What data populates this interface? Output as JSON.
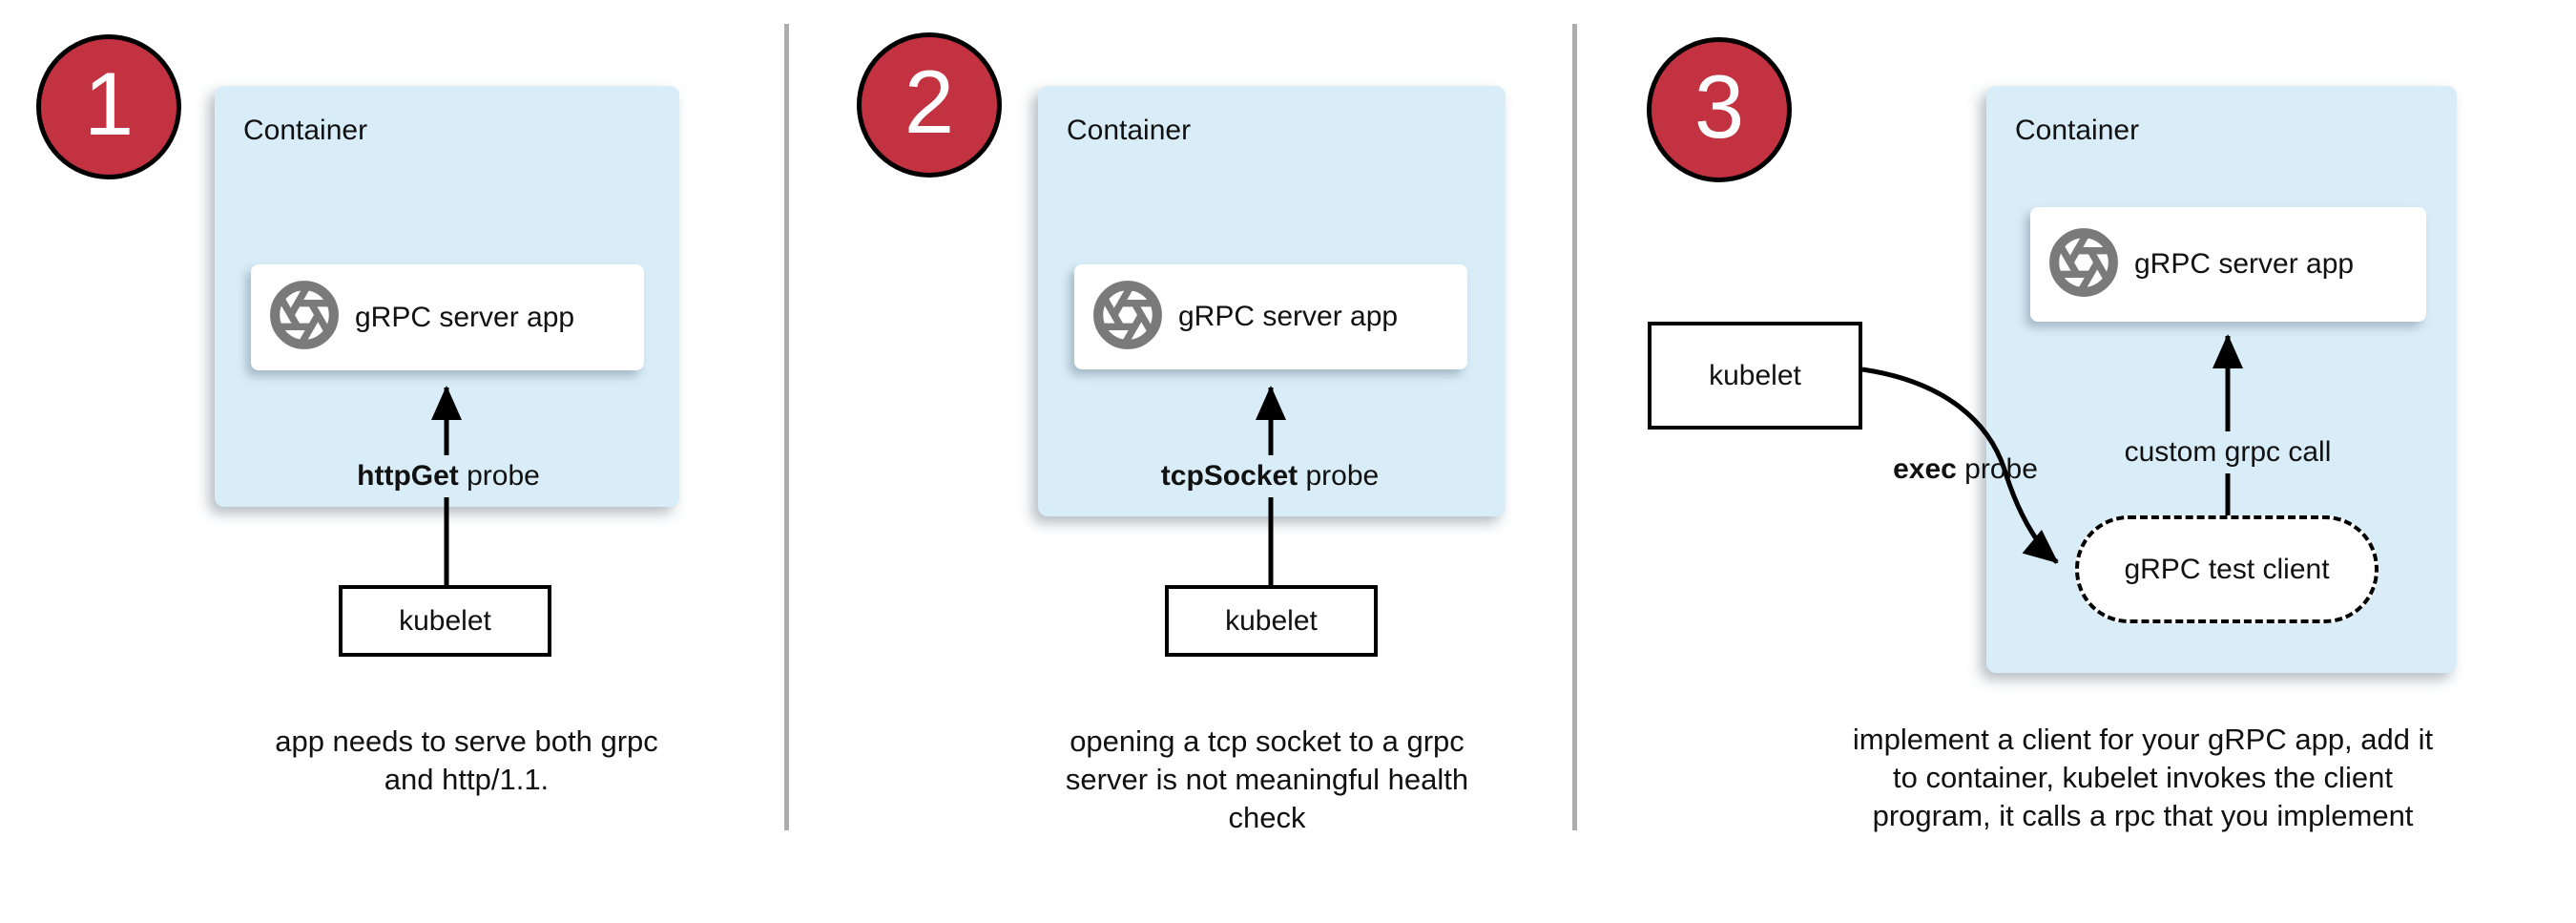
{
  "colors": {
    "container_fill": "#d9edf8",
    "badge_fill": "#c23240",
    "badge_border": "#000000",
    "icon_gray": "#7a7a7a",
    "divider": "#adadad",
    "arrow": "#000000",
    "text": "#111111"
  },
  "icons": {
    "app_icon": "aperture-icon"
  },
  "panels": [
    {
      "badge": "1",
      "container_label": "Container",
      "app_label": "gRPC server app",
      "probe_bold": "httpGet",
      "probe_rest": " probe",
      "kubelet_label": "kubelet",
      "caption_lines": [
        "app needs to serve both grpc",
        "and http/1.1."
      ]
    },
    {
      "badge": "2",
      "container_label": "Container",
      "app_label": "gRPC server app",
      "probe_bold": "tcpSocket",
      "probe_rest": " probe",
      "kubelet_label": "kubelet",
      "caption_lines": [
        "opening a tcp socket to a grpc",
        "server is not meaningful health",
        "check"
      ]
    },
    {
      "badge": "3",
      "container_label": "Container",
      "app_label": "gRPC server app",
      "probe_bold": "exec",
      "probe_rest": " probe",
      "kubelet_label": "kubelet",
      "call_label": "custom grpc call",
      "test_client_label": "gRPC test client",
      "caption_lines": [
        "implement a client for your gRPC app, add it",
        "to container, kubelet invokes the client",
        "program, it calls a rpc that you implement"
      ]
    }
  ]
}
